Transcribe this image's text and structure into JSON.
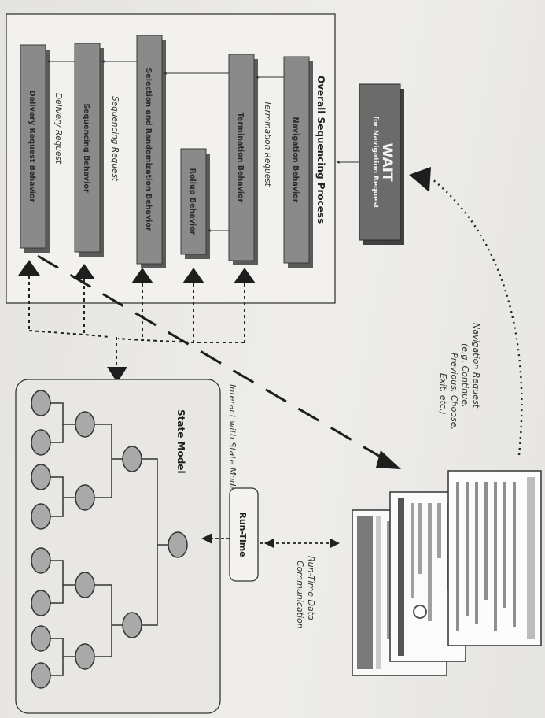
{
  "diagram": {
    "title": "Overall Sequencing Process",
    "wait": {
      "main": "WAIT",
      "sub": "for Navigation Request"
    },
    "behaviors": [
      "Navigation Behavior",
      "Termination Behavior",
      "Rollup Behavior",
      "Selection and Randomization Behavior",
      "Sequencing Behavior",
      "Delivery Request Behavior"
    ],
    "requests": {
      "termination": "Termination Request",
      "sequencing": "Sequencing Request",
      "delivery": "Delivery Request"
    },
    "navigation_note": [
      "Navigation Request",
      "(e.g. Continue,",
      "Previous, Choose,",
      "Exit, etc.)"
    ],
    "interact_label": "Interact with State Model",
    "runtime_label": "Run-Time",
    "runtime_comm": [
      "Run-Time Data",
      "Communication"
    ],
    "state_model_label": "State Model"
  }
}
